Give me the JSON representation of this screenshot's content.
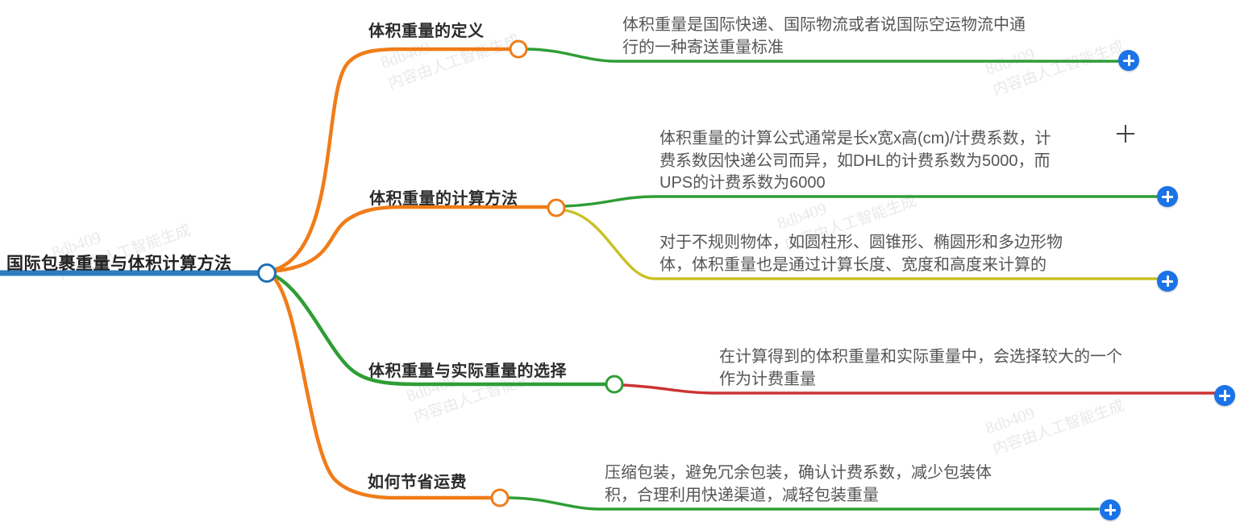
{
  "doc": {
    "type": "mindmap",
    "background": "#ffffff"
  },
  "colors": {
    "root_ring": "#1f6fb4",
    "root_underline": "#2d7cc0",
    "orange": "#f07c18",
    "green": "#2e9e35",
    "olive": "#c9c023",
    "red": "#cc3333",
    "plus_blue": "#1a73e8",
    "label_text": "#2b2b2b",
    "leaf_text": "#555555"
  },
  "root": {
    "label": "国际包裹重量与体积计算方法",
    "node_name": "root-node"
  },
  "branches": [
    {
      "label": "体积重量的定义",
      "connector_color": "#f07c18",
      "node_color": "#f07c18",
      "leaves": [
        {
          "text": "体积重量是国际快递、国际物流或者说国际空运物流中通\n行的一种寄送重量标准",
          "line_color": "#2e9e35",
          "expand_label": "+"
        }
      ]
    },
    {
      "label": "体积重量的计算方法",
      "connector_color": "#f07c18",
      "node_color": "#f07c18",
      "leaves": [
        {
          "text": "体积重量的计算公式通常是长x宽x高(cm)/计费系数，计\n费系数因快递公司而异，如DHL的计费系数为5000，而\nUPS的计费系数为6000",
          "line_color": "#2e9e35",
          "expand_label": "+"
        },
        {
          "text": "对于不规则物体，如圆柱形、圆锥形、椭圆形和多边形物\n体，体积重量也是通过计算长度、宽度和高度来计算的",
          "line_color": "#c9c023",
          "expand_label": "+"
        }
      ]
    },
    {
      "label": "体积重量与实际重量的选择",
      "connector_color": "#2e9e35",
      "node_color": "#2e9e35",
      "leaves": [
        {
          "text": "在计算得到的体积重量和实际重量中，会选择较大的一个\n作为计费重量",
          "line_color": "#cc3333",
          "expand_label": "+"
        }
      ]
    },
    {
      "label": "如何节省运费",
      "connector_color": "#f07c18",
      "node_color": "#f07c18",
      "leaves": [
        {
          "text": "压缩包装，避免冗余包装，确认计费系数，减少包装体\n积，合理利用快递渠道，减轻包装重量",
          "line_color": "#2e9e35",
          "expand_label": "+"
        }
      ]
    }
  ],
  "watermark": {
    "id": "8db409",
    "note": "内容由人工智能生成"
  }
}
